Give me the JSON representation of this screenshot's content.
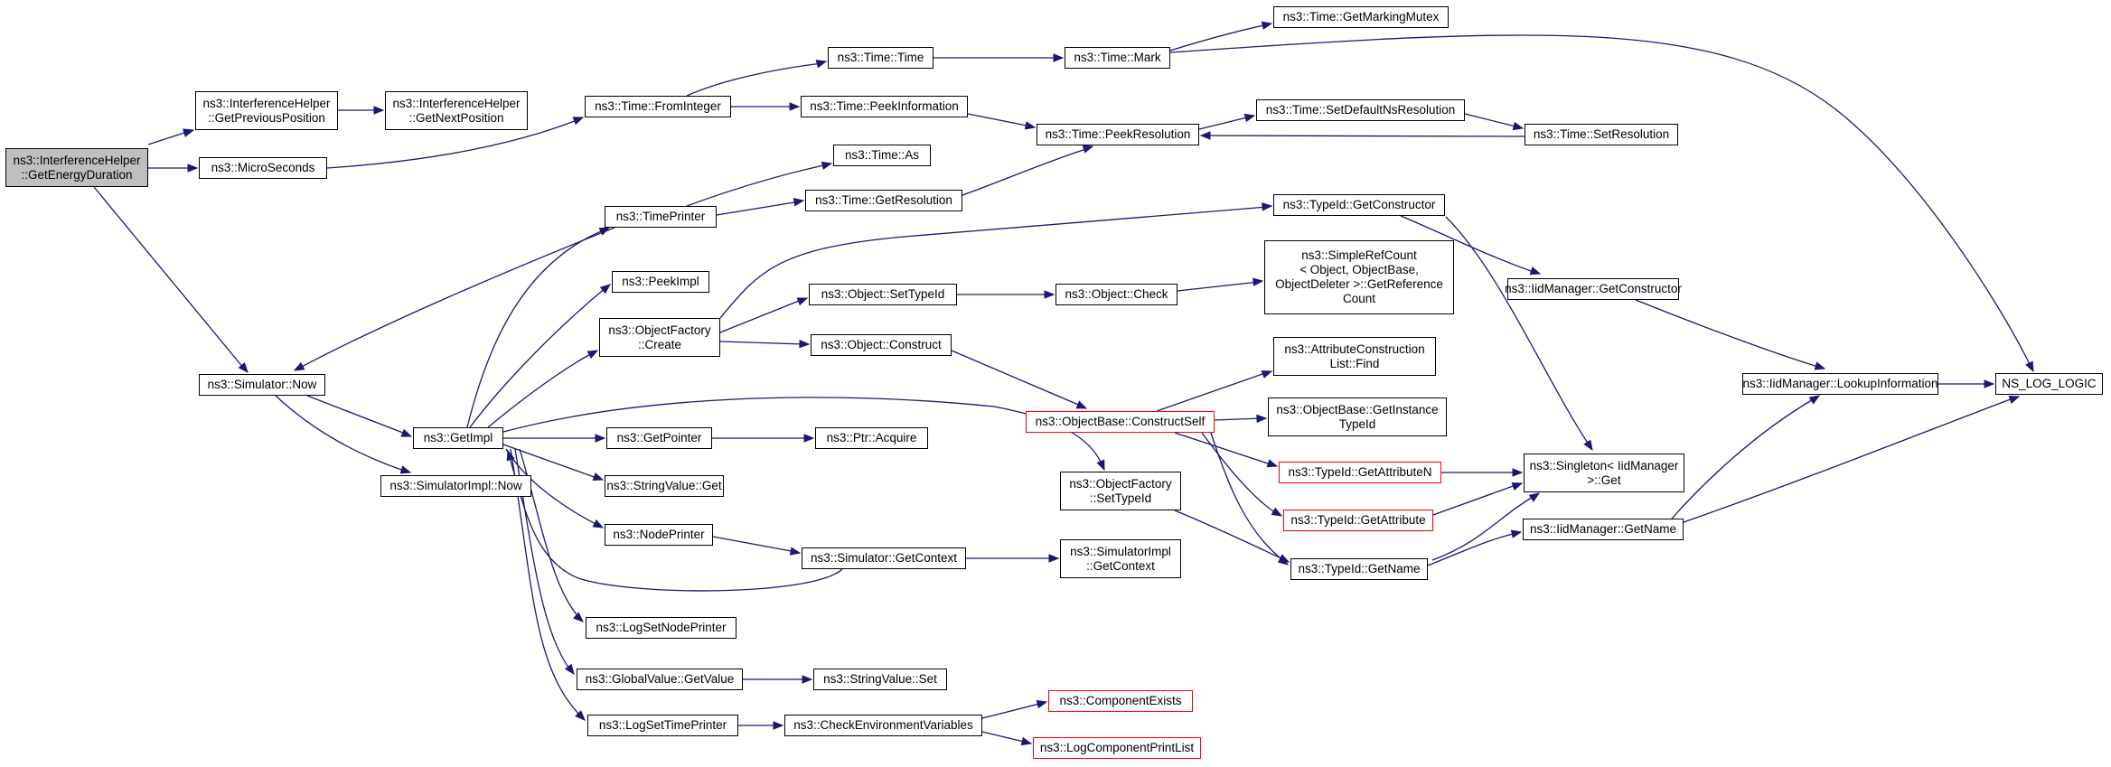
{
  "graph": {
    "colors": {
      "edge": "#191970",
      "node_border": "#000000",
      "red_border": "#ff0000",
      "root_fill": "#bfbfbf"
    },
    "nodes": [
      {
        "id": "root",
        "label": "ns3::InterferenceHelper\n::GetEnergyDuration",
        "style": "root"
      },
      {
        "id": "getprev",
        "label": "ns3::InterferenceHelper\n::GetPreviousPosition"
      },
      {
        "id": "getnext",
        "label": "ns3::InterferenceHelper\n::GetNextPosition"
      },
      {
        "id": "micro",
        "label": "ns3::MicroSeconds"
      },
      {
        "id": "fromint",
        "label": "ns3::Time::FromInteger"
      },
      {
        "id": "timetime",
        "label": "ns3::Time::Time"
      },
      {
        "id": "peekinfo",
        "label": "ns3::Time::PeekInformation"
      },
      {
        "id": "mark",
        "label": "ns3::Time::Mark"
      },
      {
        "id": "mutex",
        "label": "ns3::Time::GetMarkingMutex"
      },
      {
        "id": "peekres",
        "label": "ns3::Time::PeekResolution"
      },
      {
        "id": "setdef",
        "label": "ns3::Time::SetDefaultNsResolution"
      },
      {
        "id": "setres",
        "label": "ns3::Time::SetResolution"
      },
      {
        "id": "timeas",
        "label": "ns3::Time::As"
      },
      {
        "id": "timeprinter",
        "label": "ns3::TimePrinter"
      },
      {
        "id": "getres",
        "label": "ns3::Time::GetResolution"
      },
      {
        "id": "peekimpl",
        "label": "ns3::PeekImpl"
      },
      {
        "id": "tid_getctor",
        "label": "ns3::TypeId::GetConstructor"
      },
      {
        "id": "ofcreate",
        "label": "ns3::ObjectFactory\n::Create"
      },
      {
        "id": "settypeid",
        "label": "ns3::Object::SetTypeId"
      },
      {
        "id": "objcheck",
        "label": "ns3::Object::Check"
      },
      {
        "id": "refcount",
        "label": "ns3::SimpleRefCount\n< Object, ObjectBase,\n ObjectDeleter >::GetReference\nCount"
      },
      {
        "id": "iid_getctor",
        "label": "ns3::IidManager::GetConstructor"
      },
      {
        "id": "objconstruct",
        "label": "ns3::Object::Construct"
      },
      {
        "id": "acfind",
        "label": "ns3::AttributeConstruction\nList::Find"
      },
      {
        "id": "lookup",
        "label": "ns3::IidManager::LookupInformation"
      },
      {
        "id": "nslog",
        "label": "NS_LOG_LOGIC"
      },
      {
        "id": "simnow",
        "label": "ns3::Simulator::Now"
      },
      {
        "id": "constructself",
        "label": "ns3::ObjectBase::ConstructSelf",
        "style": "red"
      },
      {
        "id": "getinsttid",
        "label": "ns3::ObjectBase::GetInstance\nTypeId"
      },
      {
        "id": "getimpl",
        "label": "ns3::GetImpl"
      },
      {
        "id": "getpointer",
        "label": "ns3::GetPointer"
      },
      {
        "id": "ptracquire",
        "label": "ns3::Ptr::Acquire"
      },
      {
        "id": "getattrn",
        "label": "ns3::TypeId::GetAttributeN",
        "style": "red"
      },
      {
        "id": "singleton",
        "label": "ns3::Singleton< IidManager\n>::Get"
      },
      {
        "id": "simimplnow",
        "label": "ns3::SimulatorImpl::Now"
      },
      {
        "id": "strget",
        "label": "ns3::StringValue::Get"
      },
      {
        "id": "ofsettid",
        "label": "ns3::ObjectFactory\n::SetTypeId"
      },
      {
        "id": "getattr",
        "label": "ns3::TypeId::GetAttribute",
        "style": "red"
      },
      {
        "id": "iidgetname",
        "label": "ns3::IidManager::GetName"
      },
      {
        "id": "nodeprinter",
        "label": "ns3::NodePrinter"
      },
      {
        "id": "simgetctx",
        "label": "ns3::Simulator::GetContext"
      },
      {
        "id": "simimplctx",
        "label": "ns3::SimulatorImpl\n::GetContext"
      },
      {
        "id": "tidgetname",
        "label": "ns3::TypeId::GetName"
      },
      {
        "id": "logsetnode",
        "label": "ns3::LogSetNodePrinter"
      },
      {
        "id": "gvgetvalue",
        "label": "ns3::GlobalValue::GetValue"
      },
      {
        "id": "strset",
        "label": "ns3::StringValue::Set"
      },
      {
        "id": "compexists",
        "label": "ns3::ComponentExists",
        "style": "red"
      },
      {
        "id": "logsettime",
        "label": "ns3::LogSetTimePrinter"
      },
      {
        "id": "checkenv",
        "label": "ns3::CheckEnvironmentVariables"
      },
      {
        "id": "logcompprint",
        "label": "ns3::LogComponentPrintList",
        "style": "red"
      }
    ]
  }
}
